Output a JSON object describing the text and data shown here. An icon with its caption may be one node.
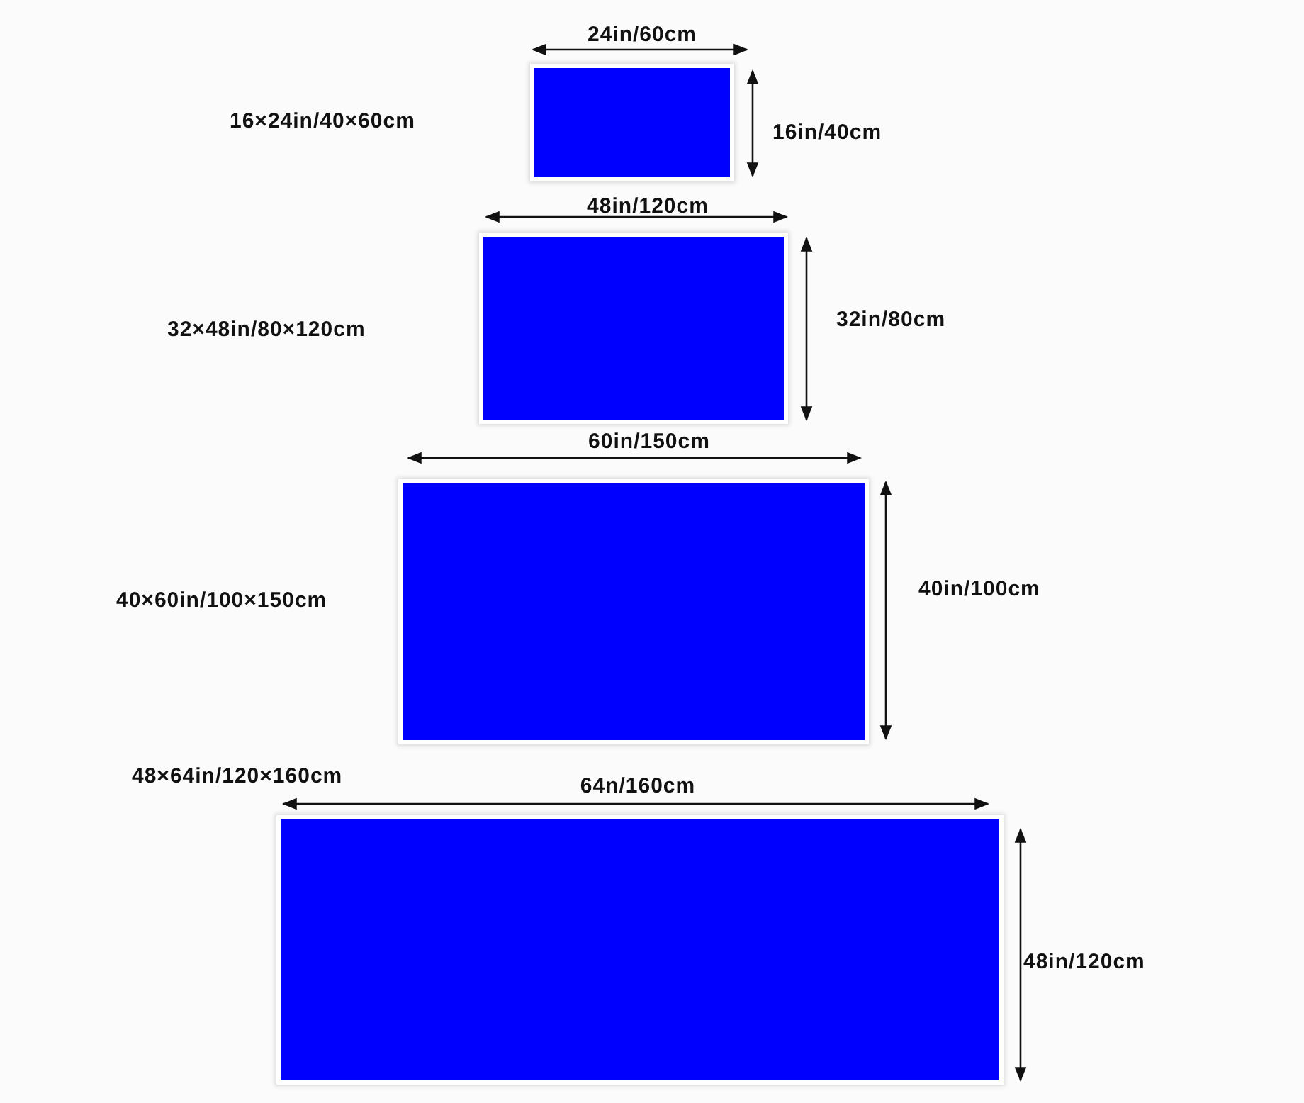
{
  "diagram": {
    "nodes": [
      {
        "text": [],
        "shape": "box"
      },
      {
        "text": [],
        "shape": "box"
      },
      {
        "text": [],
        "shape": "box"
      },
      {
        "text": [],
        "shape": "box"
      }
    ],
    "labels": [
      "24in/60cm",
      "16×24in/40×60cm",
      "16in/40cm",
      "48in/120cm",
      "32×48in/80×120cm",
      "32in/80cm",
      "60in/150cm",
      "40×60in/100×150cm",
      "40in/100cm",
      "48×64in/120×160cm",
      "64n/160cm",
      "48in/120cm"
    ]
  }
}
